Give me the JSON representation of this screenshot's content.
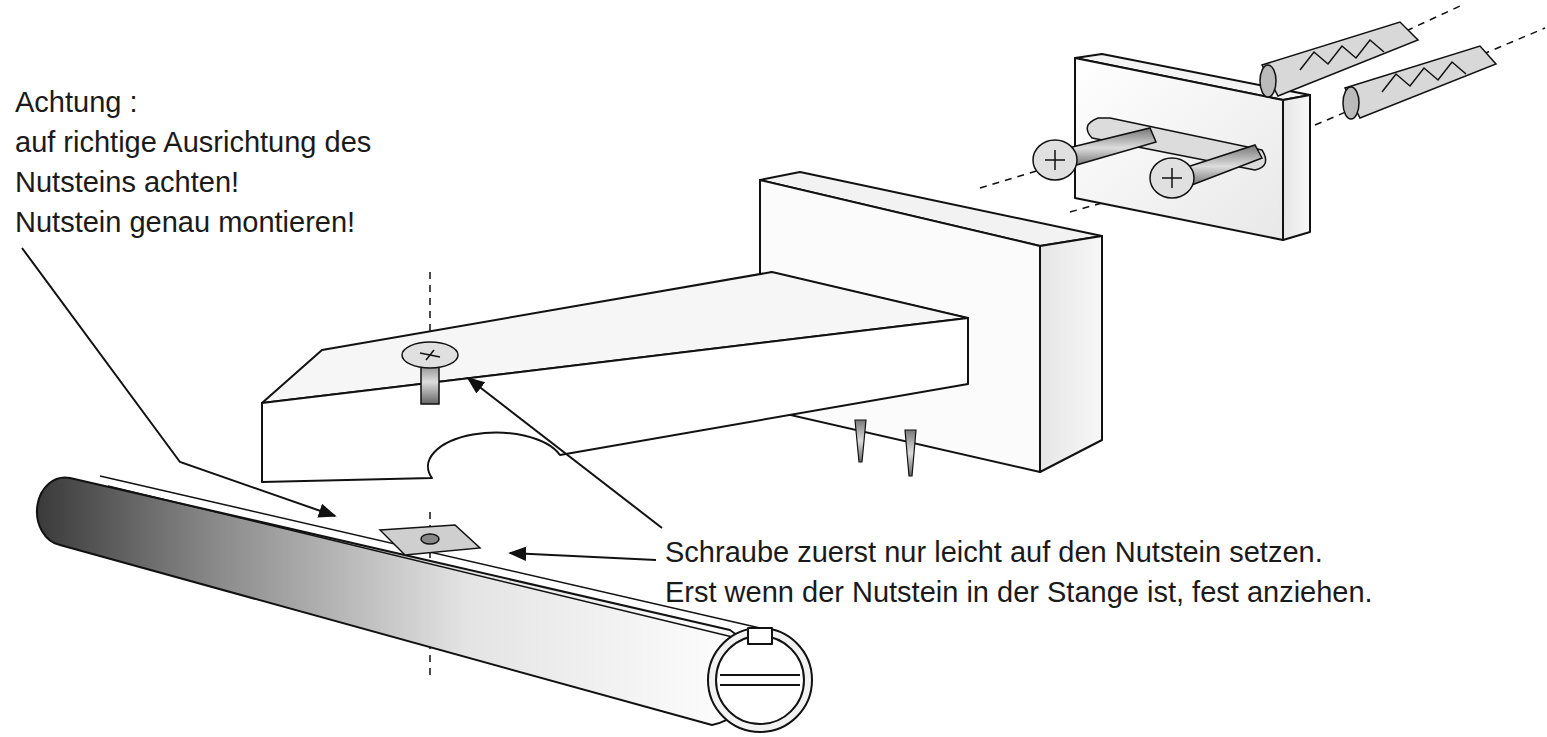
{
  "diagram": {
    "labels": [
      "Achtung :",
      "auf richtige Ausrichtung des Nutsteins achten!",
      "Nutstein genau montieren!",
      "Schraube zuerst nur leicht auf den Nutstein setzen.",
      "Erst wenn der Nutstein in der Stange ist, fest anziehen."
    ]
  }
}
